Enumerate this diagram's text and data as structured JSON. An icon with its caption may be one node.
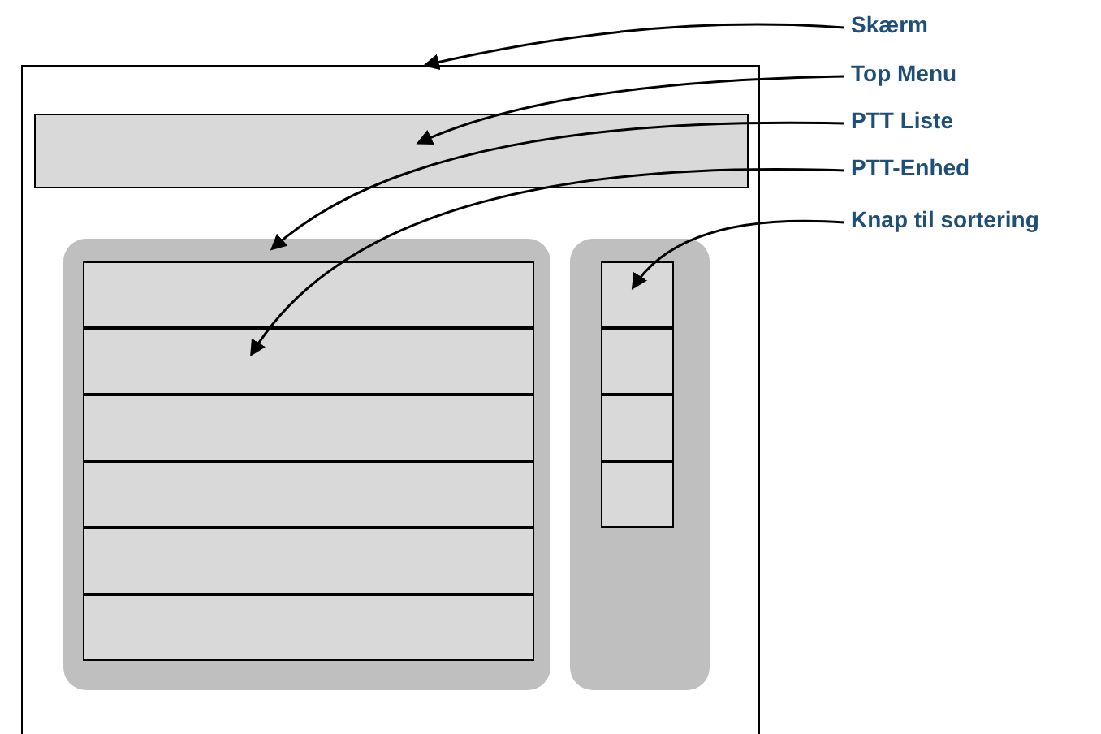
{
  "diagram": {
    "nodes": [
      {
        "text": [
          "Skærm"
        ]
      },
      {
        "text": [
          "Top Menu"
        ]
      },
      {
        "text": [
          "PTT Liste"
        ]
      },
      {
        "text": [
          "PTT-Enhed"
        ]
      },
      {
        "text": [
          "Knap til sortering"
        ]
      },
      {
        "text": [],
        "shape": "box"
      },
      {
        "text": [],
        "shape": "box",
        "in": 5
      },
      {
        "text": [],
        "shape": "box",
        "in": 5
      },
      {
        "text": [],
        "shape": "box",
        "in": 7
      },
      {
        "text": [],
        "shape": "box",
        "in": 7
      },
      {
        "text": [],
        "shape": "box",
        "in": 7
      },
      {
        "text": [],
        "shape": "box",
        "in": 7
      },
      {
        "text": [],
        "shape": "box",
        "in": 7
      },
      {
        "text": [],
        "shape": "box",
        "in": 7
      },
      {
        "text": [],
        "shape": "box",
        "in": 5
      },
      {
        "text": [],
        "shape": "box",
        "in": 14
      },
      {
        "text": [],
        "shape": "box",
        "in": 14
      },
      {
        "text": [],
        "shape": "box",
        "in": 14
      },
      {
        "text": [],
        "shape": "box",
        "in": 14
      }
    ],
    "edges": [
      {
        "from": 0,
        "to": 5,
        "arrow": "to"
      },
      {
        "from": 1,
        "to": 6,
        "arrow": "to"
      },
      {
        "from": 2,
        "to": 7,
        "arrow": "to"
      },
      {
        "from": 3,
        "to": 9,
        "arrow": "to"
      },
      {
        "from": 4,
        "to": 15,
        "arrow": "to"
      }
    ]
  }
}
